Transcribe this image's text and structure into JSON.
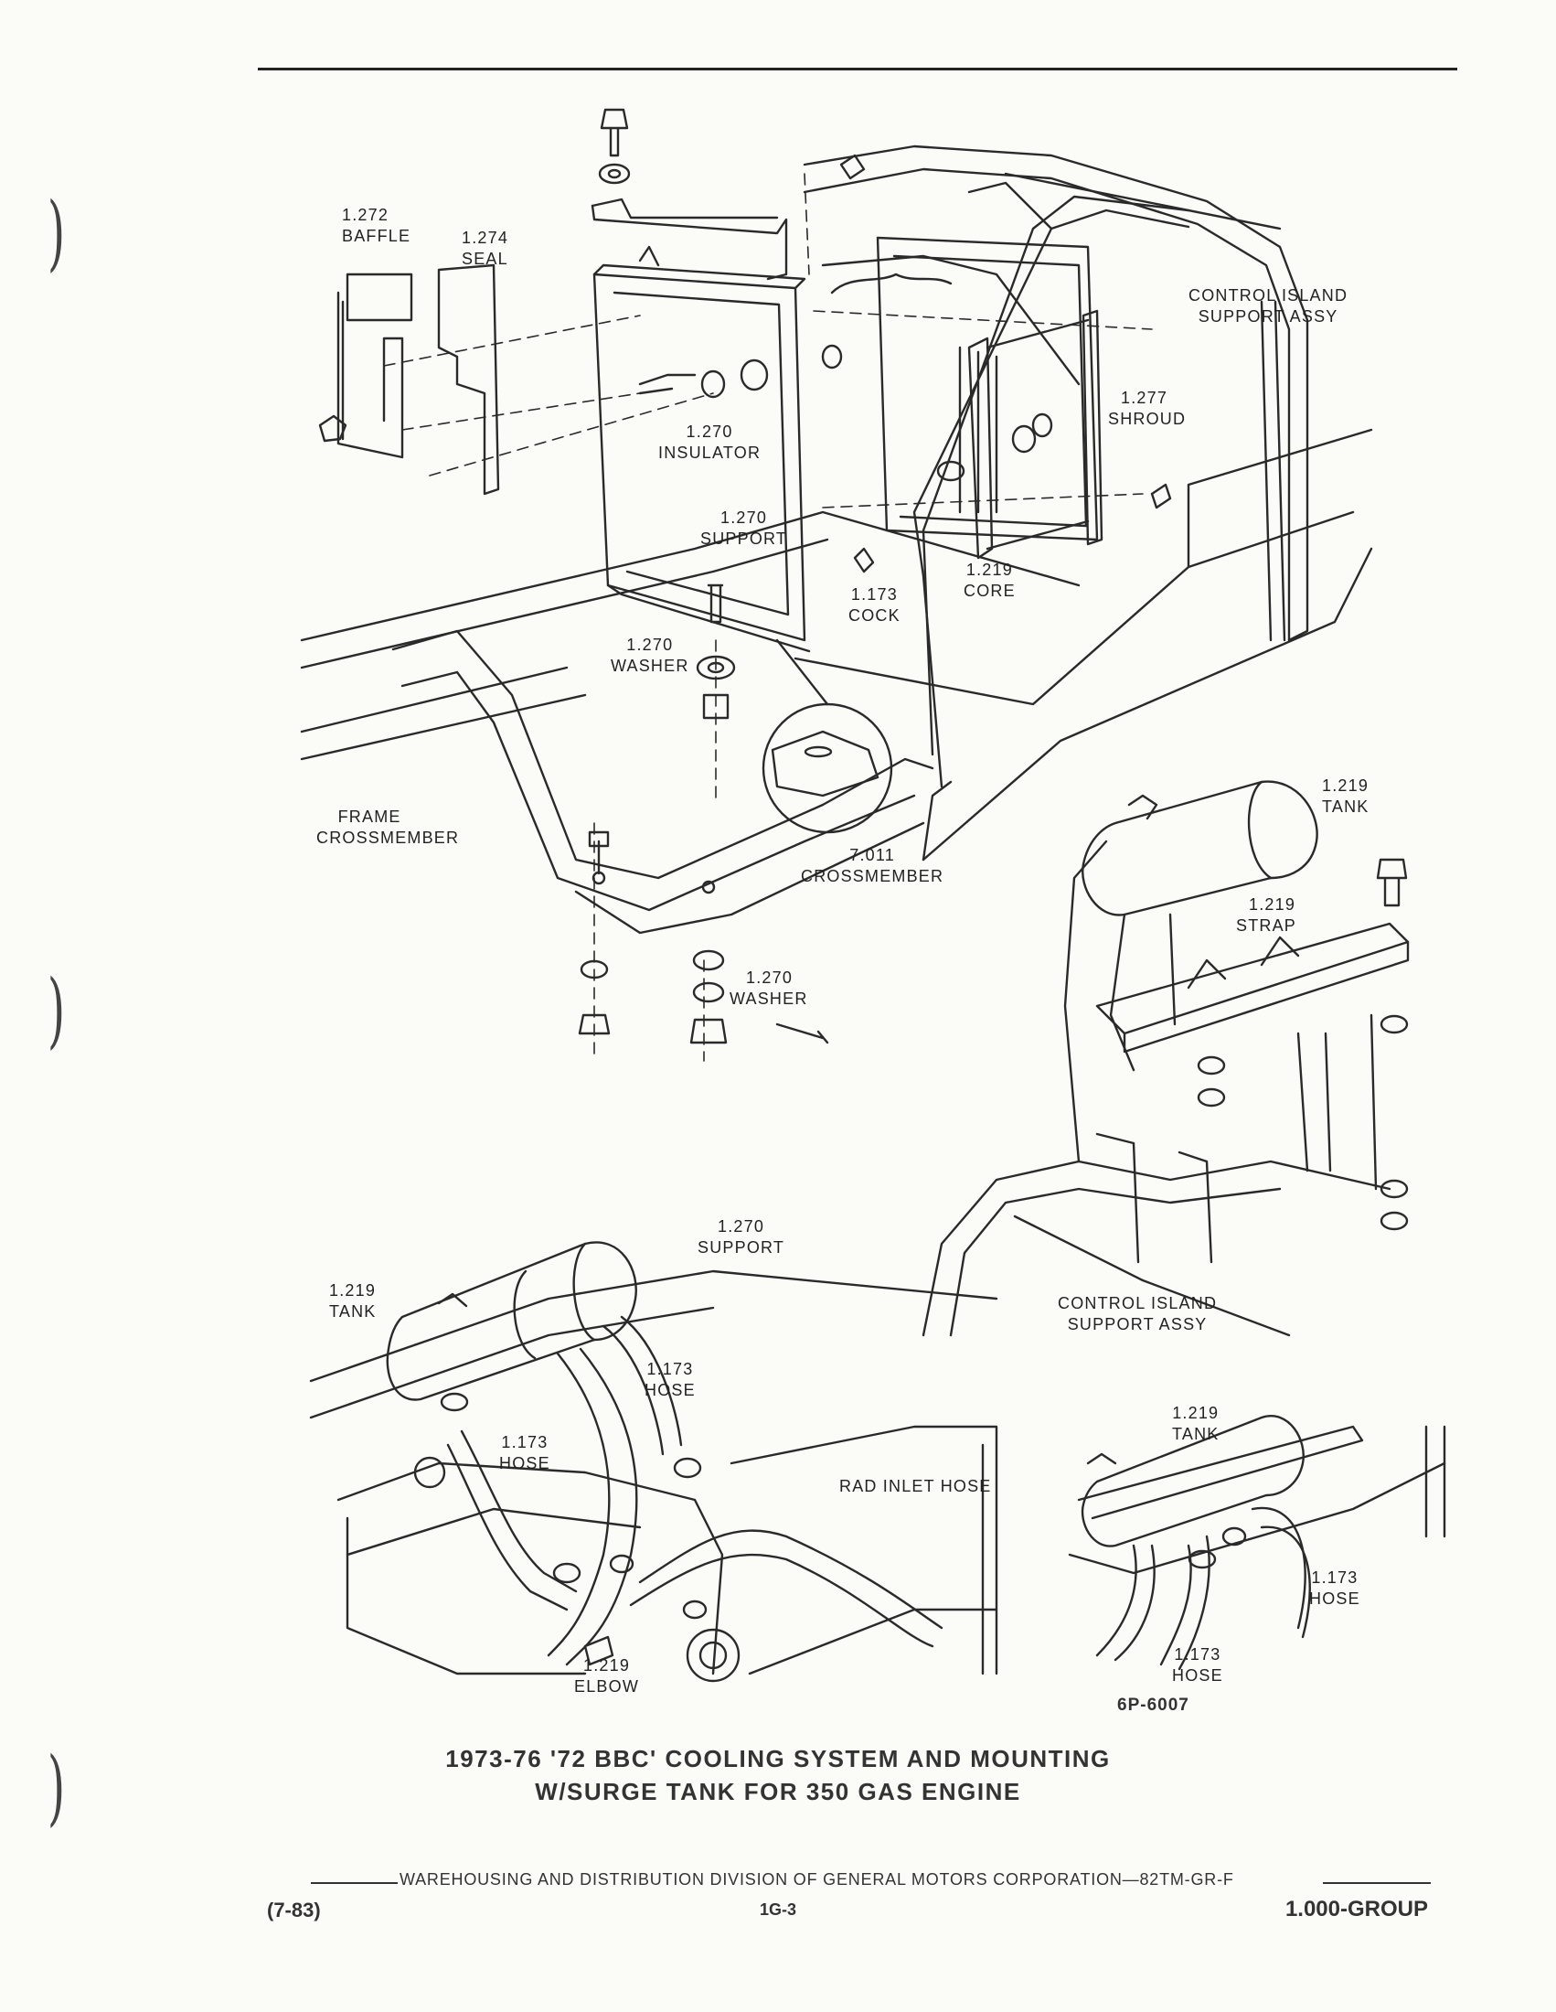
{
  "labels": {
    "baffle": {
      "num": "1.272",
      "name": "BAFFLE"
    },
    "seal": {
      "num": "1.274",
      "name": "SEAL"
    },
    "control_top": {
      "line1": "CONTROL ISLAND",
      "line2": "SUPPORT ASSY"
    },
    "shroud": {
      "num": "1.277",
      "name": "SHROUD"
    },
    "insulator": {
      "num": "1.270",
      "name": "INSULATOR"
    },
    "support_top": {
      "num": "1.270",
      "name": "SUPPORT"
    },
    "core": {
      "num": "1.219",
      "name": "CORE"
    },
    "cock": {
      "num": "1.173",
      "name": "COCK"
    },
    "washer_top": {
      "num": "1.270",
      "name": "WASHER"
    },
    "frame": {
      "line1": "FRAME",
      "line2": "CROSSMEMBER"
    },
    "crossmember": {
      "num": "7.011",
      "name": "CROSSMEMBER"
    },
    "washer_bottom": {
      "num": "1.270",
      "name": "WASHER"
    },
    "tank_right": {
      "num": "1.219",
      "name": "TANK"
    },
    "strap": {
      "num": "1.219",
      "name": "STRAP"
    },
    "control_mid": {
      "line1": "CONTROL ISLAND",
      "line2": "SUPPORT ASSY"
    },
    "support_bottom": {
      "num": "1.270",
      "name": "SUPPORT"
    },
    "tank_left": {
      "num": "1.219",
      "name": "TANK"
    },
    "hose_a": {
      "num": "1.173",
      "name": "HOSE"
    },
    "hose_b": {
      "num": "1.173",
      "name": "HOSE"
    },
    "rad_inlet": "RAD INLET HOSE",
    "elbow": {
      "num": "1.219",
      "name": "ELBOW"
    },
    "tank_br": {
      "num": "1.219",
      "name": "TANK"
    },
    "hose_c": {
      "num": "1.173",
      "name": "HOSE"
    },
    "hose_d": {
      "num": "1.173",
      "name": "HOSE"
    }
  },
  "figure_number": "6P-6007",
  "caption": {
    "line1": "1973-76 '72 BBC' COOLING SYSTEM AND MOUNTING",
    "line2": "W/SURGE TANK FOR 350 GAS ENGINE"
  },
  "footer": {
    "division": "WAREHOUSING AND DISTRIBUTION  DIVISION OF GENERAL MOTORS CORPORATION—82TM-GR-F",
    "date": "(7-83)",
    "page": "1G-3",
    "group": "1.000-GROUP"
  }
}
